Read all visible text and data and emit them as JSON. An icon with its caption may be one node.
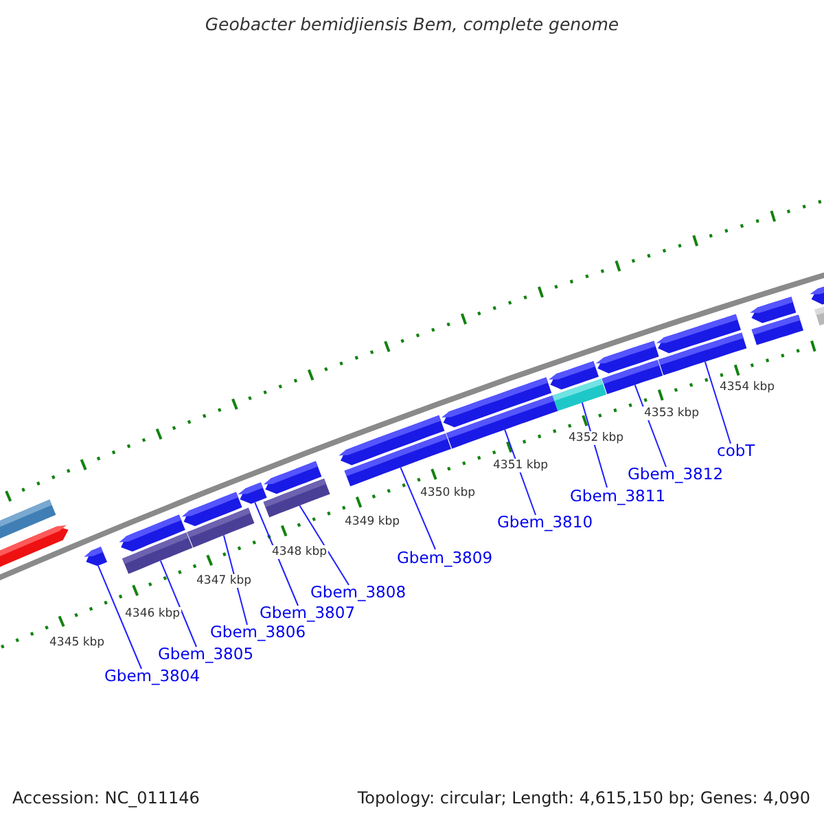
{
  "diagram": {
    "title": "Geobacter bemidjiensis Bem, complete genome",
    "nodes": [
      {
        "text": [
          "Gbem_3804"
        ]
      },
      {
        "text": [
          "Gbem_3805"
        ]
      },
      {
        "text": [
          "Gbem_3806"
        ]
      },
      {
        "text": [
          "Gbem_3807"
        ]
      },
      {
        "text": [
          "Gbem_3808"
        ]
      },
      {
        "text": [
          "Gbem_3809"
        ]
      },
      {
        "text": [
          "Gbem_3810"
        ]
      },
      {
        "text": [
          "Gbem_3811"
        ]
      },
      {
        "text": [
          "Gbem_3812"
        ]
      },
      {
        "text": [
          "cobT"
        ]
      },
      {
        "text": [],
        "shape": "bar"
      },
      {
        "text": [],
        "shape": "bar"
      },
      {
        "text": [],
        "shape": "bar"
      },
      {
        "text": [],
        "shape": "bar"
      },
      {
        "text": [],
        "shape": "bar"
      },
      {
        "text": [],
        "shape": "bar"
      },
      {
        "text": [],
        "shape": "bar"
      },
      {
        "text": [],
        "shape": "bar"
      },
      {
        "text": [],
        "shape": "bar"
      },
      {
        "text": [],
        "shape": "bar"
      },
      {
        "text": [],
        "shape": "bar"
      },
      {
        "text": [],
        "shape": "bar"
      },
      {
        "text": [],
        "shape": "bar"
      },
      {
        "text": [],
        "shape": "bar"
      },
      {
        "text": [],
        "shape": "bar"
      },
      {
        "text": [],
        "shape": "bar"
      },
      {
        "text": [],
        "shape": "bar"
      },
      {
        "text": [],
        "shape": "bar"
      },
      {
        "text": [],
        "shape": "bar"
      },
      {
        "text": [],
        "shape": "bar"
      },
      {
        "text": [],
        "shape": "bar"
      },
      {
        "text": [],
        "shape": "bar"
      },
      {
        "text": [],
        "shape": "bar"
      },
      {
        "text": [],
        "shape": "bar"
      }
    ],
    "edges": [
      {
        "from": 0,
        "to": 12,
        "arrow": "none"
      },
      {
        "from": 1,
        "to": 14,
        "arrow": "none"
      },
      {
        "from": 2,
        "to": 16,
        "arrow": "none"
      },
      {
        "from": 3,
        "to": 17,
        "arrow": "none"
      },
      {
        "from": 4,
        "to": 18,
        "arrow": "none"
      },
      {
        "from": 5,
        "to": 21,
        "arrow": "none"
      },
      {
        "from": 6,
        "to": 23,
        "arrow": "none"
      },
      {
        "from": 7,
        "to": 25,
        "arrow": "none"
      },
      {
        "from": 8,
        "to": 27,
        "arrow": "none"
      },
      {
        "from": 9,
        "to": 29,
        "arrow": "none"
      }
    ],
    "labels": [
      "4345 kbp",
      "4346 kbp",
      "4347 kbp",
      "4348 kbp",
      "4349 kbp",
      "4350 kbp",
      "4351 kbp",
      "4352 kbp",
      "4353 kbp",
      "4354 kbp",
      "Accession: NC_011146",
      "Topology: circular; Length: 4,615,150 bp; Genes: 4,090"
    ]
  }
}
